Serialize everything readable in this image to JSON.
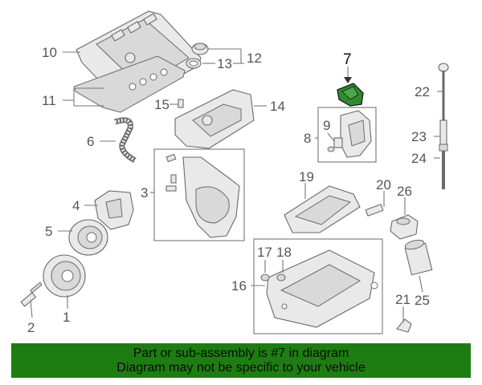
{
  "accent_color": "#1e7d12",
  "highlight_color": "#2e8b2e",
  "callouts": {
    "c1": "1",
    "c2": "2",
    "c3": "3",
    "c4": "4",
    "c5": "5",
    "c6": "6",
    "c7": "7",
    "c8": "8",
    "c9": "9",
    "c10": "10",
    "c11": "11",
    "c12": "12",
    "c13": "13",
    "c14": "14",
    "c15": "15",
    "c16": "16",
    "c17": "17",
    "c18": "18",
    "c19": "19",
    "c20": "20",
    "c21": "21",
    "c22": "22",
    "c23": "23",
    "c24": "24",
    "c25": "25",
    "c26": "26"
  },
  "banner": {
    "line1": "Part or sub-assembly is #7 in diagram",
    "line2": "Diagram may not be specific to your vehicle"
  }
}
